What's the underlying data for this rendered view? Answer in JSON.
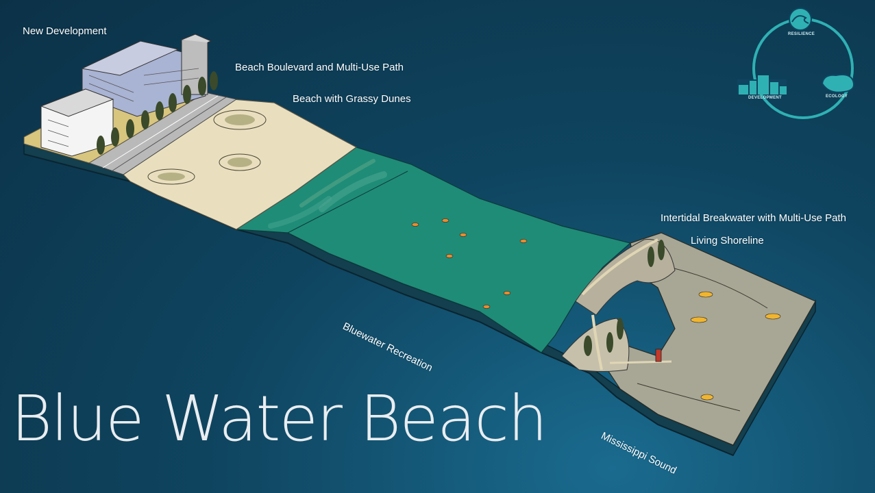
{
  "title": "Blue Water Beach",
  "labels": {
    "new_development": "New Development",
    "beach_boulevard": "Beach Boulevard and Multi-Use Path",
    "grassy_dunes": "Beach with Grassy Dunes",
    "breakwater": "Intertidal Breakwater with Multi-Use Path",
    "living_shoreline": "Living Shoreline",
    "bluewater_recreation": "Bluewater Recreation",
    "mississippi_sound": "Mississippi Sound"
  },
  "logo": {
    "resilience": "RESILIENCE",
    "development": "DEVELOPMENT",
    "ecology": "ECOLOGY",
    "icons": [
      "wave-icon",
      "buildings-icon",
      "cloud-island-icon"
    ]
  },
  "colors": {
    "background": "#0f4560",
    "water": "#1f8c78",
    "sand": "#e9dfbf",
    "sound": "#a8a796",
    "logo": "#2fb1b3"
  }
}
